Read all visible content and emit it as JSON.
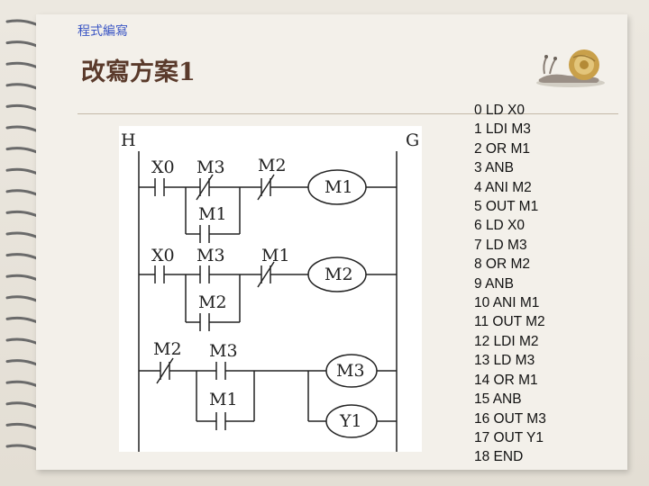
{
  "header": {
    "section": "程式編寫"
  },
  "title": "改寫方案1",
  "ladder": {
    "left_rail": "H",
    "right_rail": "G",
    "labels": {
      "r1_x0": "X0",
      "r1_m3": "M3",
      "r1_m2": "M2",
      "r1_m1": "M1",
      "r1_coil": "M1",
      "r2_x0": "X0",
      "r2_m3": "M3",
      "r2_m1": "M1",
      "r2_m2": "M2",
      "r2_coil": "M2",
      "r3_m2": "M2",
      "r3_m3": "M3",
      "r3_m1": "M1",
      "r3_coil_a": "M3",
      "r3_coil_b": "Y1"
    }
  },
  "program": [
    "0 LD X0",
    "1 LDI M3",
    "2 OR M1",
    "3 ANB",
    "4 ANI M2",
    "5 OUT M1",
    "6 LD X0",
    "7 LD M3",
    "8 OR M2",
    "9 ANB",
    "10 ANI M1",
    "11 OUT M2",
    "12 LDI M2",
    "13 LD M3",
    "14 OR M1",
    "15 ANB",
    "16 OUT M3",
    "17 OUT Y1",
    "18 END"
  ]
}
